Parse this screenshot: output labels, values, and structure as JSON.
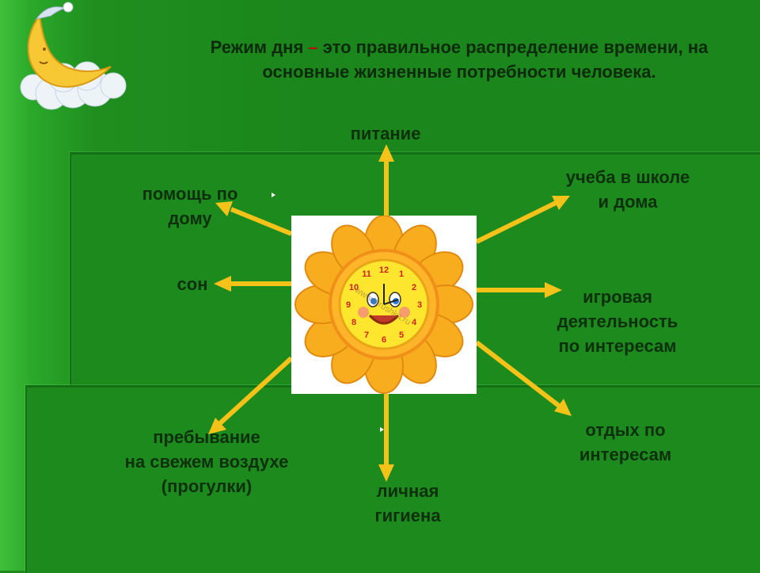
{
  "title": {
    "part1": "Режим дня",
    "dash": " – ",
    "part2": "это правильное  распределение времени,  на основные  жизненные потребности  человека."
  },
  "labels": {
    "top": "питание",
    "upper_left": [
      "помощь по",
      "дому"
    ],
    "left": "сон",
    "upper_right": [
      "учеба в школе",
      "и дома"
    ],
    "right": [
      "игровая",
      "деятельность",
      "по интересам"
    ],
    "lower_right": [
      "отдых по",
      "интересам"
    ],
    "lower_left": [
      "пребывание",
      "на свежем воздухе",
      "(прогулки)"
    ],
    "bottom": [
      "личная",
      "гигиена"
    ]
  },
  "center_image": {
    "icon": "smiling-sun-clock-icon",
    "watermark": "www.igrushka.ru",
    "clock_numbers": [
      "12",
      "1",
      "2",
      "3",
      "4",
      "5",
      "6",
      "7",
      "8",
      "9",
      "10",
      "11"
    ]
  },
  "decor": {
    "icon": "crescent-moon-on-cloud-icon"
  },
  "colors": {
    "arrow": "#f5c21a",
    "background": "#1b861b",
    "text": "#0e300e",
    "dash": "#b11010"
  }
}
